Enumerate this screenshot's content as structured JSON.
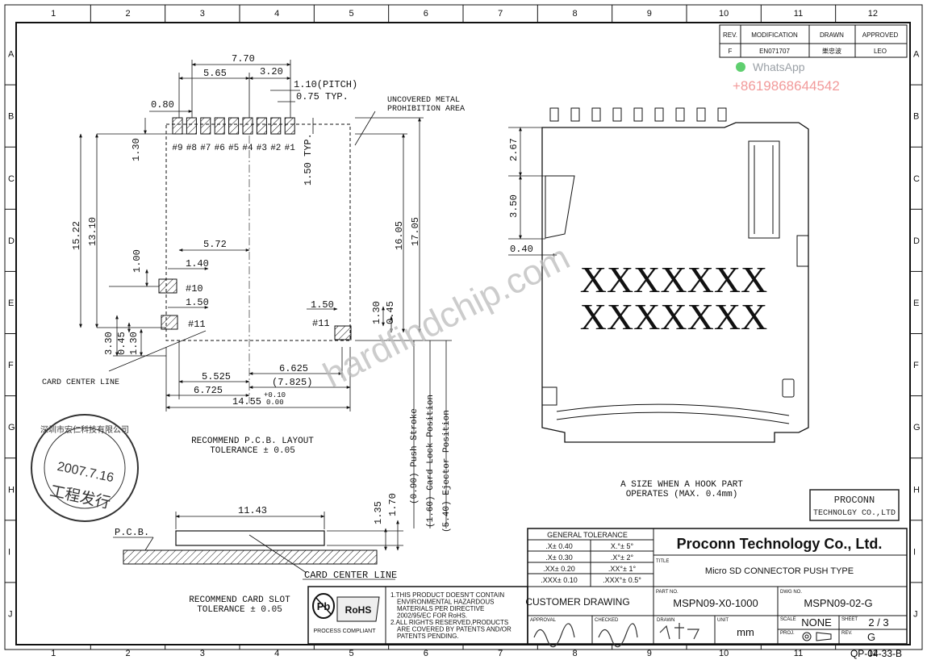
{
  "border": {
    "columns": [
      "1",
      "2",
      "3",
      "4",
      "5",
      "6",
      "7",
      "8",
      "9",
      "10",
      "11",
      "12"
    ],
    "rows": [
      "A",
      "B",
      "C",
      "D",
      "E",
      "F",
      "G",
      "H",
      "I",
      "J"
    ]
  },
  "revision": {
    "headers": [
      "REV.",
      "MODIFICATION",
      "DRAWN",
      "APPROVED"
    ],
    "row": [
      "F",
      "EN071707",
      "樂忠波",
      "LEO"
    ]
  },
  "watermark": {
    "app": "WhatsApp",
    "phone": "+8619868644542",
    "site": "hardfindchip.com"
  },
  "pcb_layout": {
    "pin_labels": [
      "#9",
      "#8",
      "#7",
      "#6",
      "#5",
      "#4",
      "#3",
      "#2",
      "#1"
    ],
    "pin10": "#10",
    "pin11_left": "#11",
    "pin11_right": "#11",
    "dim_770": "7.70",
    "dim_565": "5.65",
    "dim_320": "3.20",
    "dim_pitch": "1.10(PITCH)",
    "dim_075": "0.75 TYP.",
    "dim_080": "0.80",
    "dim_130_top": "1.30",
    "dim_150typ": "1.50 TYP.",
    "dim_1522": "15.22",
    "dim_1310": "13.10",
    "dim_1605": "16.05",
    "dim_1705": "17.05",
    "dim_572": "5.72",
    "dim_100": "1.00",
    "dim_140": "1.40",
    "dim_150_left": "1.50",
    "dim_150_right": "1.50",
    "dim_130_right": "1.30",
    "dim_045_right": "0.45",
    "dim_330": "3.30",
    "dim_045_left": "0.45",
    "dim_130_left": "1.30",
    "dim_5525": "5.525",
    "dim_6625": "6.625",
    "dim_7825": "(7.825)",
    "dim_6725": "6.725",
    "dim_1455": "14.55",
    "tol_plus": "+0.10",
    "tol_minus": "0.00",
    "uncovered_1": "UNCOVERED METAL",
    "uncovered_2": "PROHIBITION AREA",
    "card_center": "CARD CENTER LINE",
    "title_1": "RECOMMEND P.C.B. LAYOUT",
    "title_2": "TOLERANCE ± 0.05",
    "push_stroke": "(0.90) Push Stroke",
    "card_lock": "(1.60) Card Lock Position",
    "ejector": "(5.40) Ejector Position"
  },
  "stamp": {
    "company": "深圳市宏仁科技有限公司",
    "date": "2007.7.16",
    "dept": "工程发行"
  },
  "card_slot": {
    "dim_1143": "11.43",
    "dim_135": "1.35",
    "dim_170": "1.70",
    "pcb": "P.C.B.",
    "card_center": "CARD CENTER LINE",
    "title_1": "RECOMMEND CARD SLOT",
    "title_2": "TOLERANCE ± 0.05"
  },
  "side_view": {
    "dim_267": "2.67",
    "dim_350": "3.50",
    "dim_040": "0.40",
    "marking_1": "XXXXXXX",
    "marking_2": "XXXXXXX",
    "note_1": "A SIZE WHEN A HOOK PART",
    "note_2": "OPERATES (MAX. 0.4mm)"
  },
  "proconn_stamp": {
    "line1": "PROCONN",
    "line2": "TECHNOLGY CO.,LTD"
  },
  "title_block": {
    "general_tolerance": "GENERAL TOLERANCE",
    "tolerances": [
      [
        ".X± 0.40",
        "X.°± 5°"
      ],
      [
        ".X± 0.30",
        ".X°± 2°"
      ],
      [
        ".XX± 0.20",
        ".XX°± 1°"
      ],
      [
        ".XXX± 0.10",
        ".XXX°± 0.5°"
      ]
    ],
    "company": "Proconn Technology Co., Ltd.",
    "title_label": "TITLE",
    "title": "Micro SD CONNECTOR PUSH TYPE",
    "pb": "Pb",
    "rohs": "RoHS",
    "process_compliant": "PROCESS COMPLIANT",
    "notes": [
      "1.THIS PRODUCT DOESN'T CONTAIN",
      "ENVIRONMENTAL HAZARDOUS",
      "MATERIALS PER DIRECTIVE",
      "2002/95/EC FOR RoHS.",
      "2.ALL RIGHTS RESERVED,PRODUCTS",
      "ARE COVERED BY PATENTS AND/OR",
      "PATENTS PENDING."
    ],
    "customer_drawing": "CUSTOMER DRAWING",
    "part_no_label": "PART NO.",
    "part_no": "MSPN09-X0-1000",
    "dwg_no_label": "DWG NO.",
    "dwg_no": "MSPN09-02-G",
    "approval_label": "APPROVAL",
    "checked_label": "CHECKED",
    "drawn_label": "DRAWN",
    "unit_label": "UNIT",
    "unit": "mm",
    "scale_label": "SCALE",
    "scale": "NONE",
    "sheet_label": "SHEET",
    "sheet": "2 / 3",
    "proj_label": "PROJ.",
    "rev_label": "REV.",
    "rev": "G",
    "doc_code": "QP-04-33-B"
  }
}
